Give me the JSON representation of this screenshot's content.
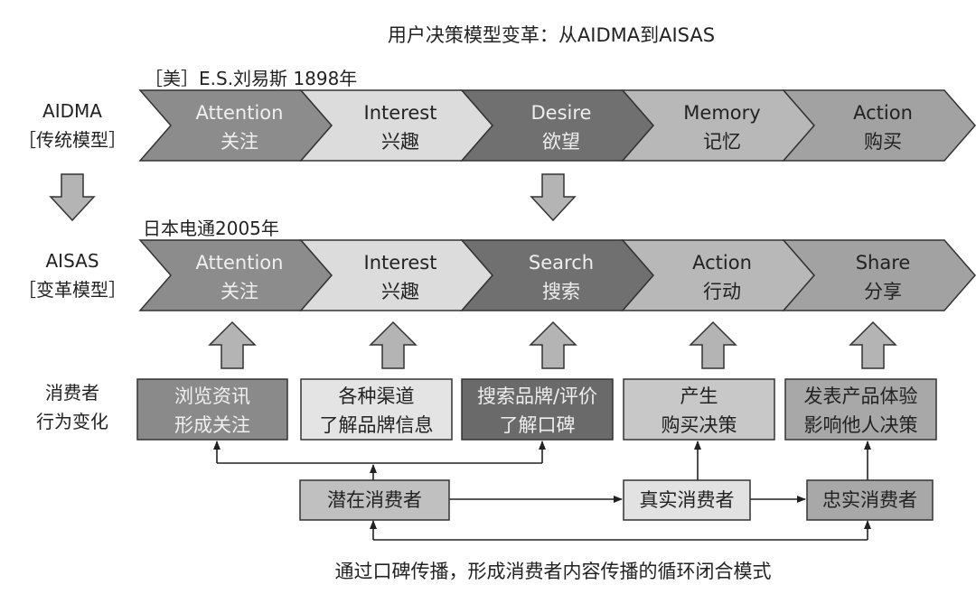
{
  "title": "用户决策模型变革：从AIDMA到AISAS",
  "aidma": {
    "source": "［美］E.S.刘易斯 1898年",
    "label": "AIDMA",
    "sublabel": "［传统模型］",
    "stages": [
      {
        "en": "Attention",
        "zh": "关注",
        "fill": "#8c8c8c",
        "text": "#f0f0f0"
      },
      {
        "en": "Interest",
        "zh": "兴趣",
        "fill": "#dcdcdc",
        "text": "#222222"
      },
      {
        "en": "Desire",
        "zh": "欲望",
        "fill": "#707070",
        "text": "#eeeeee"
      },
      {
        "en": "Memory",
        "zh": "记忆",
        "fill": "#b8b8b8",
        "text": "#222222"
      },
      {
        "en": "Action",
        "zh": "购买",
        "fill": "#a2a2a2",
        "text": "#222222"
      }
    ]
  },
  "aisas": {
    "source": "日本电通2005年",
    "label": "AISAS",
    "sublabel": "［变革模型］",
    "stages": [
      {
        "en": "Attention",
        "zh": "关注",
        "fill": "#8c8c8c",
        "text": "#f0f0f0"
      },
      {
        "en": "Interest",
        "zh": "兴趣",
        "fill": "#dcdcdc",
        "text": "#222222"
      },
      {
        "en": "Search",
        "zh": "搜索",
        "fill": "#707070",
        "text": "#eeeeee"
      },
      {
        "en": "Action",
        "zh": "行动",
        "fill": "#b8b8b8",
        "text": "#222222"
      },
      {
        "en": "Share",
        "zh": "分享",
        "fill": "#a2a2a2",
        "text": "#222222"
      }
    ]
  },
  "behavior": {
    "label1": "消费者",
    "label2": "行为变化",
    "boxes": [
      {
        "l1": "浏览资讯",
        "l2": "形成关注",
        "fill": "#8a8a8a",
        "text": "#f0f0f0"
      },
      {
        "l1": "各种渠道",
        "l2": "了解品牌信息",
        "fill": "#e4e4e4",
        "text": "#222222"
      },
      {
        "l1": "搜索品牌/评价",
        "l2": "了解口碑",
        "fill": "#6a6a6a",
        "text": "#eeeeee"
      },
      {
        "l1": "产生",
        "l2": "购买决策",
        "fill": "#c8c8c8",
        "text": "#222222"
      },
      {
        "l1": "发表产品体验",
        "l2": "影响他人决策",
        "fill": "#a8a8a8",
        "text": "#222222"
      }
    ]
  },
  "consumers": [
    {
      "label": "潜在消费者",
      "fill": "#c0c0c0"
    },
    {
      "label": "真实消费者",
      "fill": "#e2e2e2"
    },
    {
      "label": "忠实消费者",
      "fill": "#a8a8a8"
    }
  ],
  "caption": "通过口碑传播，形成消费者内容传播的循环闭合模式"
}
